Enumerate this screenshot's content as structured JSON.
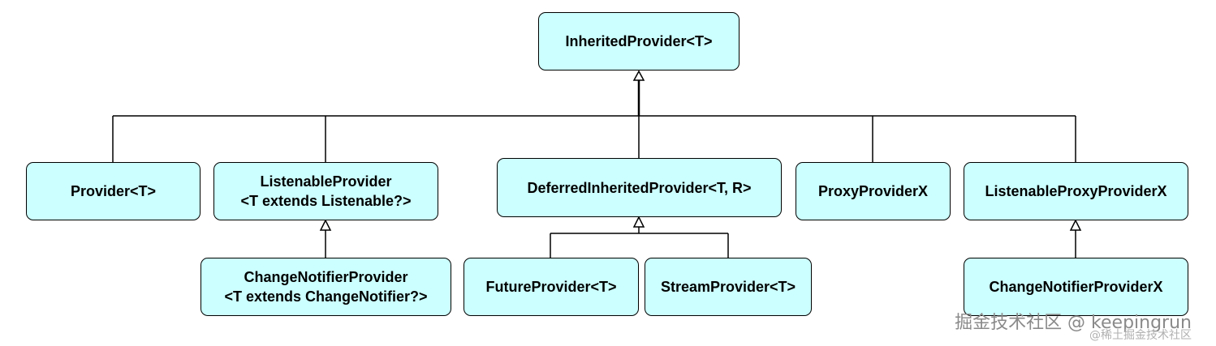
{
  "nodes": {
    "inherited_provider": {
      "lines": [
        "InheritedProvider<T>"
      ]
    },
    "provider": {
      "lines": [
        "Provider<T>"
      ]
    },
    "listenable_provider": {
      "lines": [
        "ListenableProvider",
        "<T extends Listenable?>"
      ]
    },
    "deferred_inherited_provider": {
      "lines": [
        "DeferredInheritedProvider<T, R>"
      ]
    },
    "proxy_provider_x": {
      "lines": [
        "ProxyProviderX"
      ]
    },
    "listenable_proxy_provider_x": {
      "lines": [
        "ListenableProxyProviderX"
      ]
    },
    "change_notifier_provider": {
      "lines": [
        "ChangeNotifierProvider",
        "<T extends ChangeNotifier?>"
      ]
    },
    "future_provider": {
      "lines": [
        "FutureProvider<T>"
      ]
    },
    "stream_provider": {
      "lines": [
        "StreamProvider<T>"
      ]
    },
    "change_notifier_provider_x": {
      "lines": [
        "ChangeNotifierProviderX"
      ]
    }
  },
  "watermark": {
    "main": "掘金技术社区 @ keepingrun",
    "sub": "@稀土掘金技术社区"
  },
  "colors": {
    "node_fill": "#ccffff",
    "node_border": "#000000",
    "connector": "#000000"
  }
}
